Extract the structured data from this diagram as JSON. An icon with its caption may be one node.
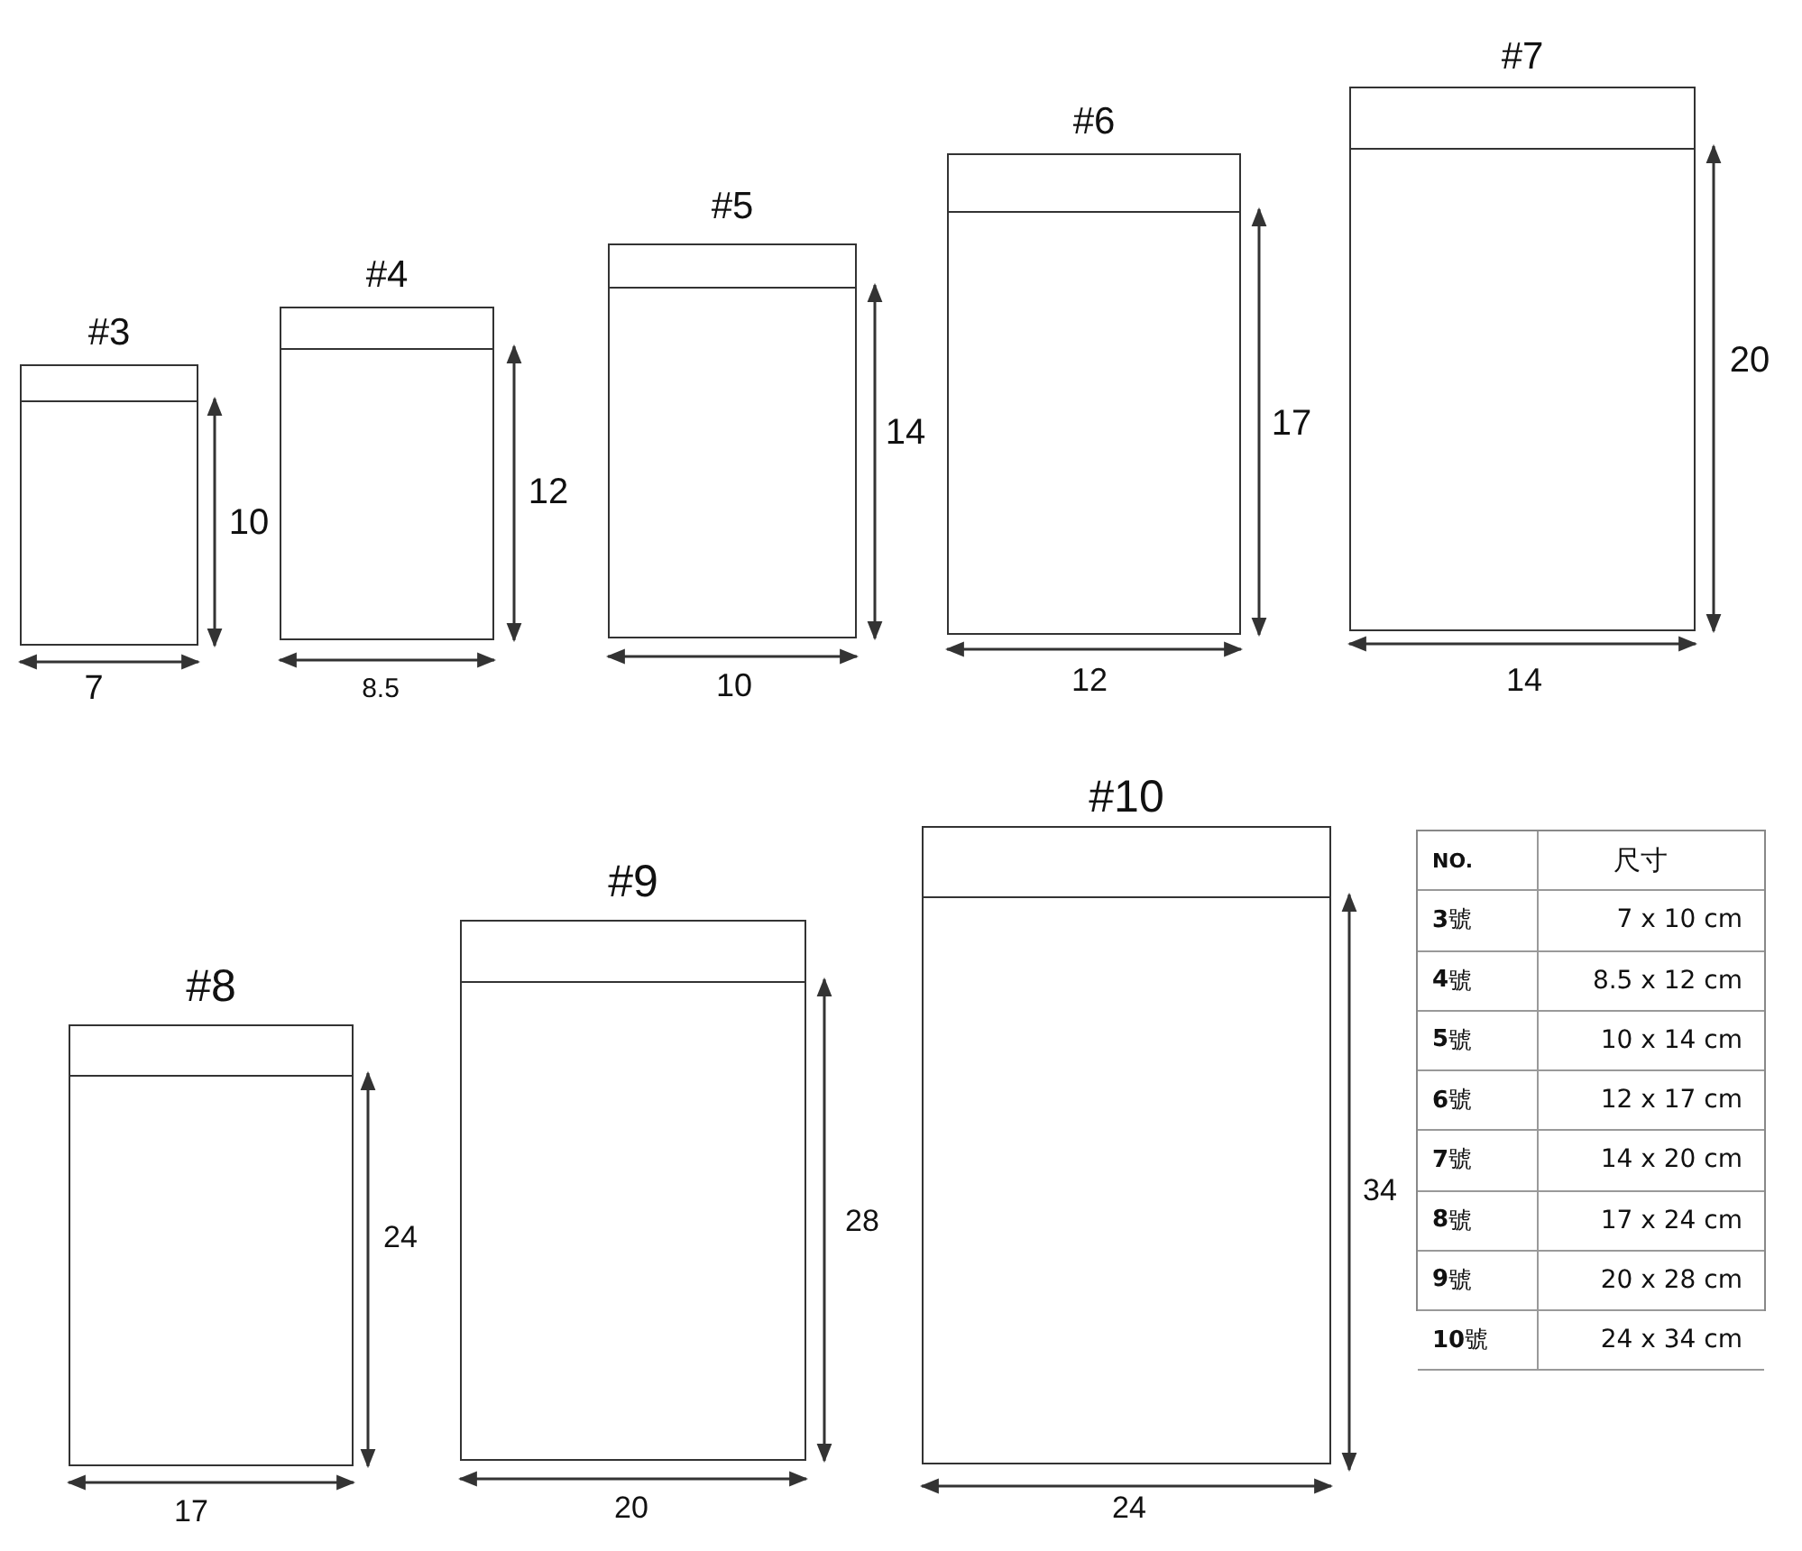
{
  "diagram": {
    "nodes": [
      {
        "text": [
          "#3"
        ]
      },
      {
        "text": [
          "#4"
        ]
      },
      {
        "text": [
          "#5"
        ]
      },
      {
        "text": [
          "#6"
        ]
      },
      {
        "text": [
          "#7"
        ]
      },
      {
        "text": [
          "#8"
        ]
      },
      {
        "text": [
          "#9"
        ]
      },
      {
        "text": [
          "#10"
        ]
      }
    ],
    "edges": [],
    "labels": [
      "10",
      "7",
      "12",
      "8.5",
      "14",
      "10",
      "17",
      "12",
      "20",
      "14",
      "24",
      "17",
      "28",
      "20",
      "34",
      "24",
      "NO.",
      "尺寸",
      "**3**號",
      "7 x 10 cm",
      "**4**號",
      "8.5 x 12 cm",
      "**5**號",
      "10 x 14 cm",
      "**6**號",
      "12 x 17 cm",
      "**7**號",
      "14 x 20 cm",
      "**8**號",
      "17 x 24 cm",
      "**9**號",
      "20 x 28 cm",
      "**10**號",
      "24 x 34 cm"
    ]
  }
}
